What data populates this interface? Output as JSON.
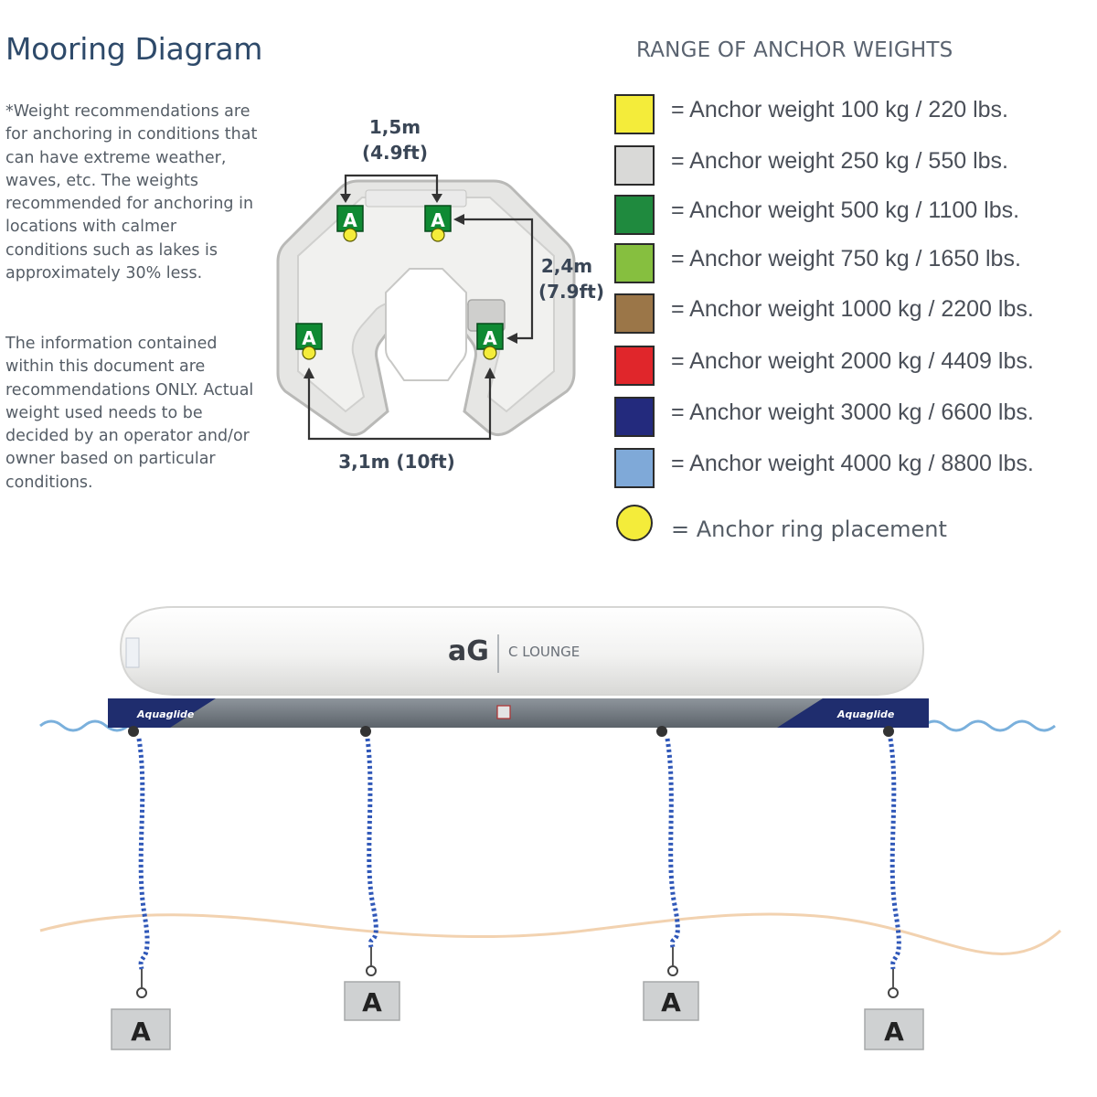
{
  "title": "Mooring Diagram",
  "notes": {
    "p1": "*Weight recommendations are for anchoring in conditions that can have extreme weather, waves, etc. The weights recommended for anchoring in locations with calmer conditions such as lakes is approximately 30% less.",
    "p2": "The information contained within this document are recommendations ONLY. Actual weight used needs to be decided by an operator and/or owner based on particular conditions."
  },
  "plan": {
    "dim_top_line1": "1,5m",
    "dim_top_line2": "(4.9ft)",
    "dim_side_line1": "2,4m",
    "dim_side_line2": "(7.9ft)",
    "dim_bottom": "3,1m (10ft)",
    "anchor_letter": "A"
  },
  "legend": {
    "title": "RANGE OF ANCHOR WEIGHTS",
    "items": [
      {
        "label": "= Anchor weight 100 kg / 220 lbs.",
        "color": "#f4ec3a"
      },
      {
        "label": "= Anchor weight 250 kg / 550 lbs.",
        "color": "#d9d9d7"
      },
      {
        "label": "= Anchor weight 500 kg / 1100 lbs.",
        "color": "#1f8a3e"
      },
      {
        "label": "= Anchor weight 750 kg / 1650 lbs.",
        "color": "#86bf3f"
      },
      {
        "label": "= Anchor weight 1000 kg / 2200 lbs.",
        "color": "#9b7648"
      },
      {
        "label": "= Anchor weight 2000 kg / 4409 lbs.",
        "color": "#e0262b"
      },
      {
        "label": "= Anchor weight 3000 kg / 6600 lbs.",
        "color": "#232a7d"
      },
      {
        "label": "= Anchor weight 4000 kg / 8800 lbs.",
        "color": "#7fa9d8"
      }
    ],
    "ring": {
      "label": "= Anchor ring placement",
      "color": "#f4ec3a"
    }
  },
  "product": {
    "logo": "aG",
    "name": "C LOUNGE",
    "brand": "Aquaglide"
  },
  "anchor_block_letter": "A",
  "colors": {
    "water": "#7ab0dc",
    "seabed": "#f2d2b0",
    "chain": "#2f57b8",
    "anchor_block": "#cfd1d2",
    "title": "#2e4a6a",
    "plan_marker": "#0f8a33"
  }
}
